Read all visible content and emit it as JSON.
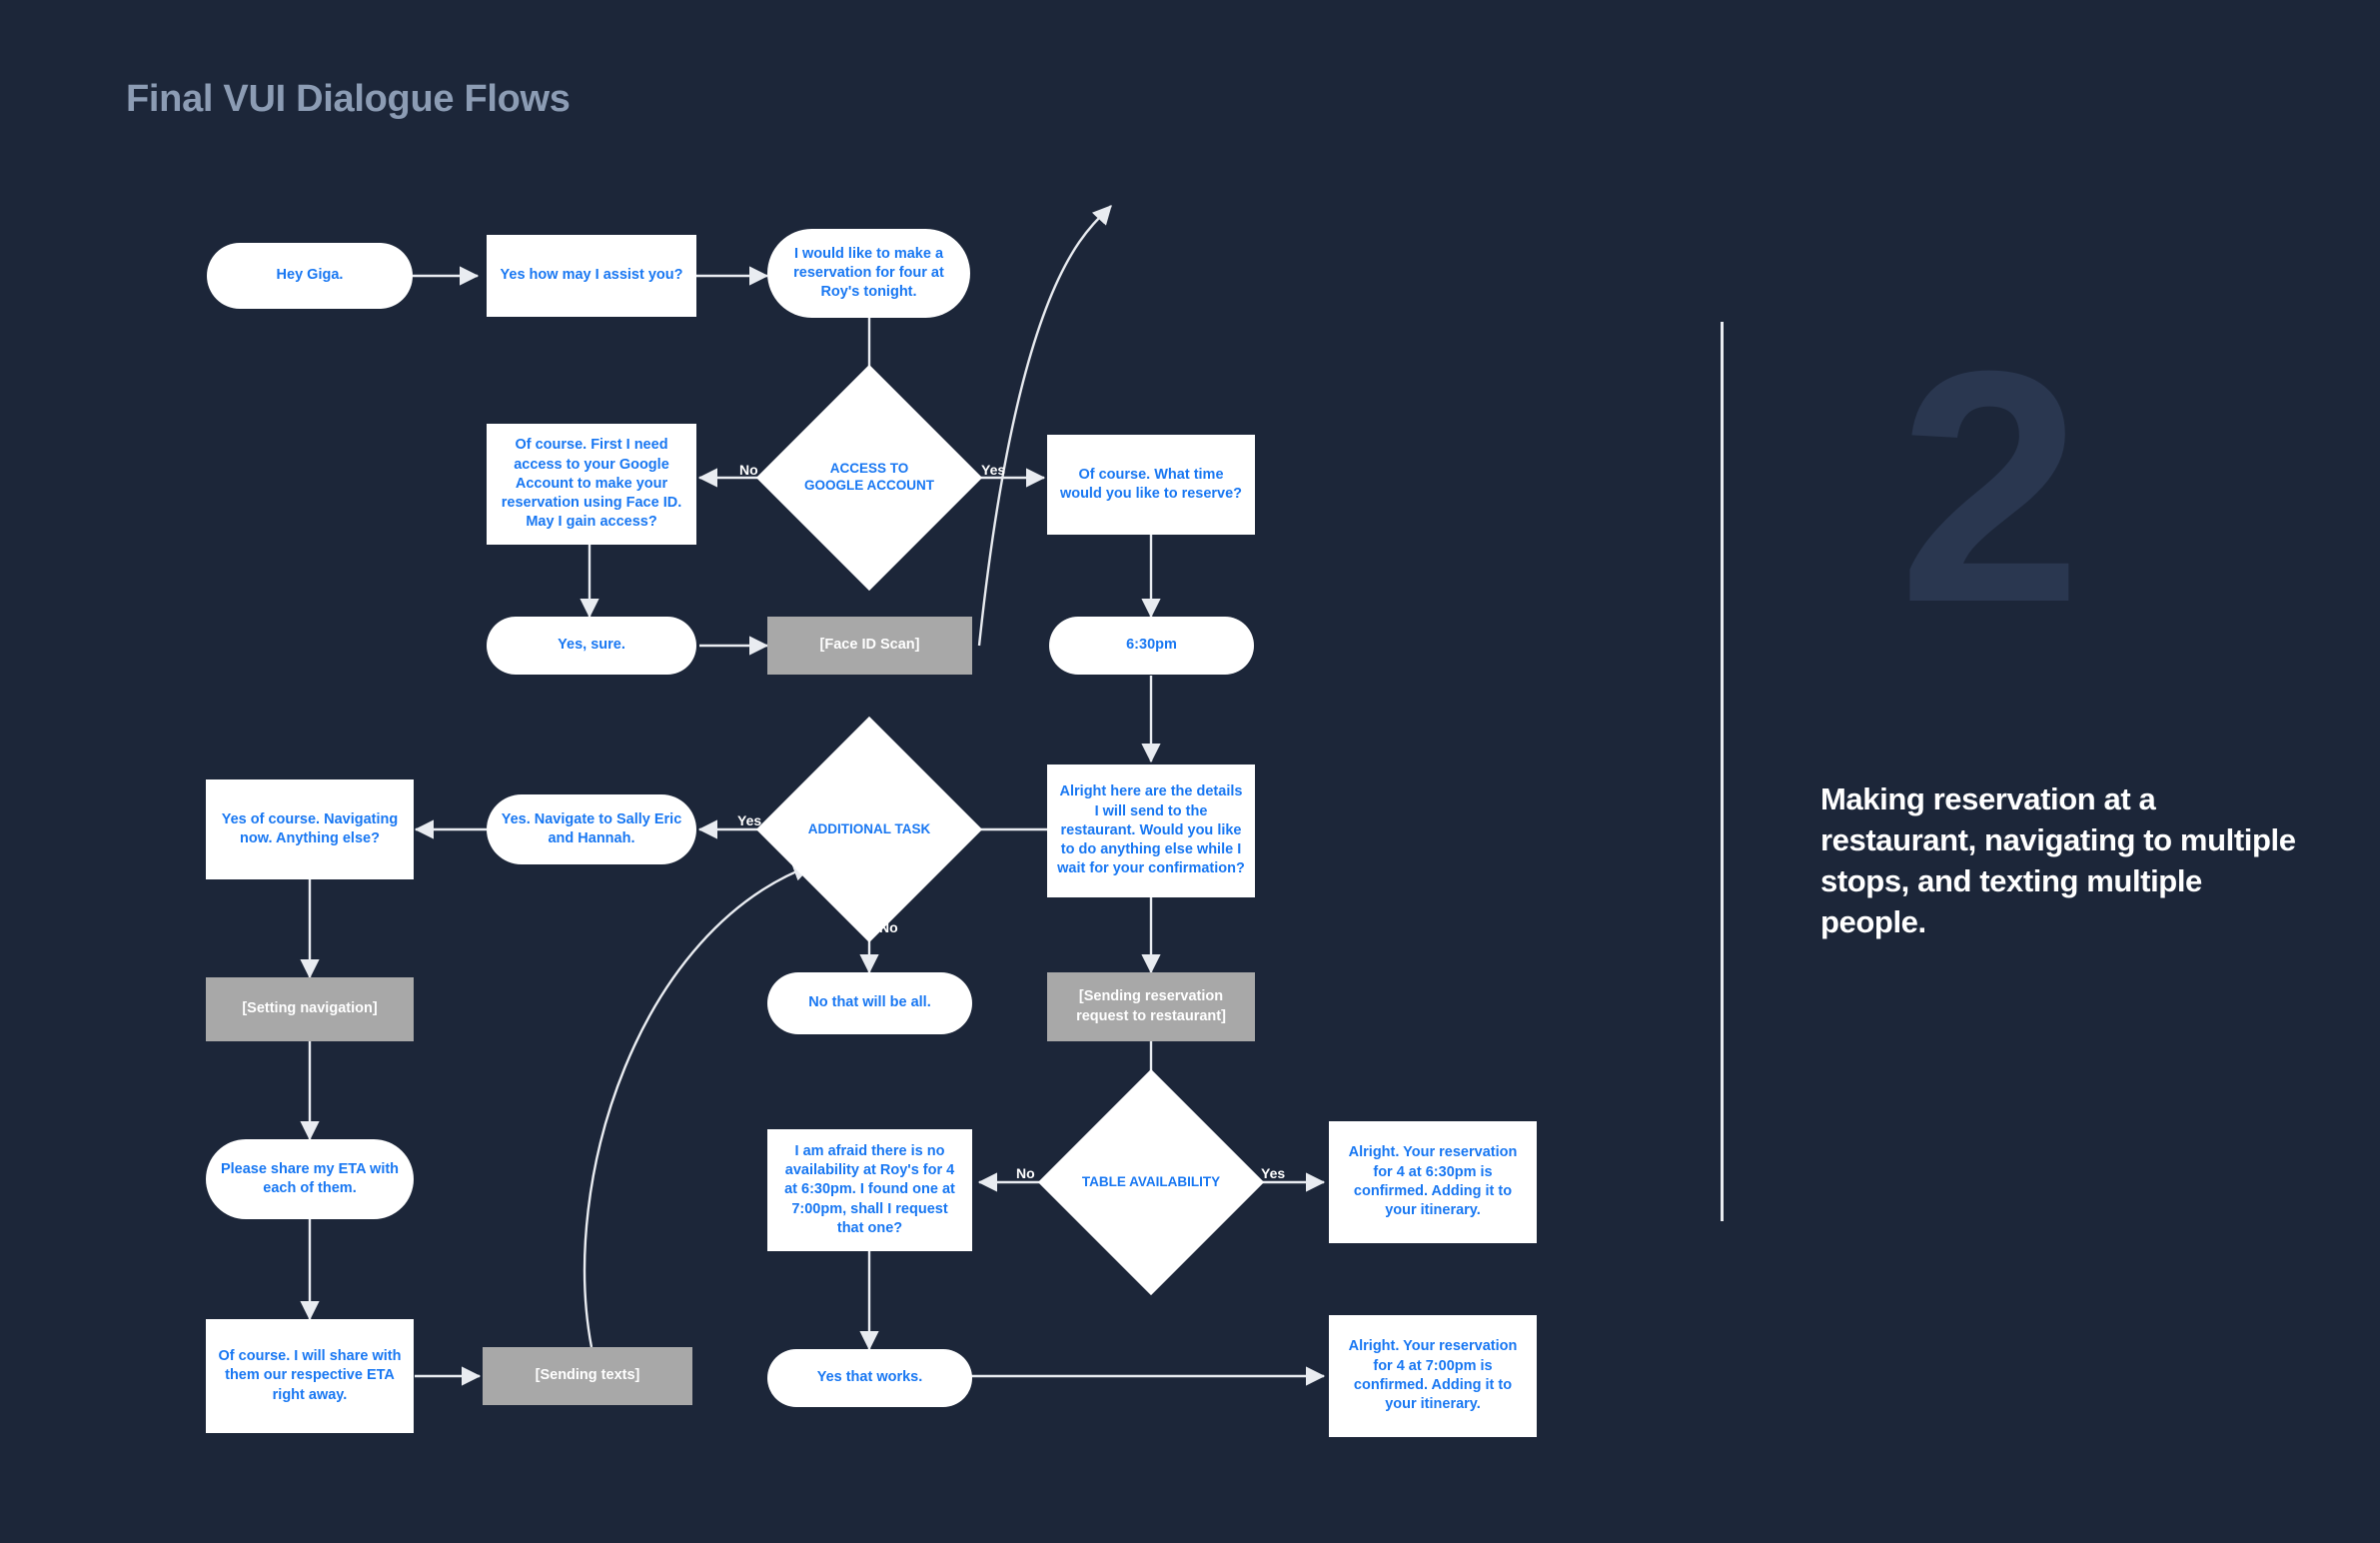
{
  "page": {
    "title": "Final VUI Dialogue Flows",
    "background_color": "#1c2639",
    "title_color": "#8c9cb4"
  },
  "legend_colors": {
    "user_node_fill": "#ffffff",
    "node_text_blue": "#1877f2",
    "action_node_fill": "#a8a8a8",
    "action_node_text": "#ffffff",
    "connector": "#e9ecf1"
  },
  "panel": {
    "number": "2",
    "number_color": "#2a3750",
    "caption": "Making reservation at a restaurant, navigating to multiple stops, and texting multiple people."
  },
  "flow": {
    "nodes": {
      "hey_giga": "Hey Giga.",
      "assist": "Yes how may I assist you?",
      "reservation_request": "I would like to make a reservation for four at Roy's tonight.",
      "decision_google": "ACCESS TO GOOGLE ACCOUNT",
      "need_access": "Of course. First I need access to your Google Account to make your reservation using Face ID. May I gain access?",
      "what_time": "Of course. What time would you like to reserve?",
      "yes_sure": "Yes, sure.",
      "face_id_scan": "[Face ID Scan]",
      "time_630": "6:30pm",
      "details_confirm": "Alright here are the details I will send to the restaurant. Would you like to do anything else while I wait for your confirmation?",
      "decision_additional": "ADDITIONAL TASK",
      "navigate_request": "Yes. Navigate to Sally Eric and Hannah.",
      "navigating_now": "Yes of course. Navigating now. Anything else?",
      "no_that_will_be_all": "No that will be all.",
      "sending_reservation": "[Sending reservation request to restaurant]",
      "setting_navigation": "[Setting navigation]",
      "share_eta": "Please share my ETA with each of them.",
      "will_share_eta": "Of course. I will share with them our respective ETA right away.",
      "sending_texts": "[Sending texts]",
      "decision_table": "TABLE AVAILABILITY",
      "no_availability": "I am afraid there is no availability at Roy's for 4 at 6:30pm. I found one at 7:00pm, shall I request that one?",
      "confirmed_630": "Alright. Your reservation for 4 at 6:30pm is confirmed. Adding it to your itinerary.",
      "yes_that_works": "Yes that works.",
      "confirmed_700": "Alright. Your reservation for 4 at 7:00pm is confirmed. Adding it to your itinerary."
    },
    "edge_labels": {
      "google_no": "No",
      "google_yes": "Yes",
      "additional_yes": "Yes",
      "additional_no": "No",
      "table_no": "No",
      "table_yes": "Yes"
    }
  }
}
